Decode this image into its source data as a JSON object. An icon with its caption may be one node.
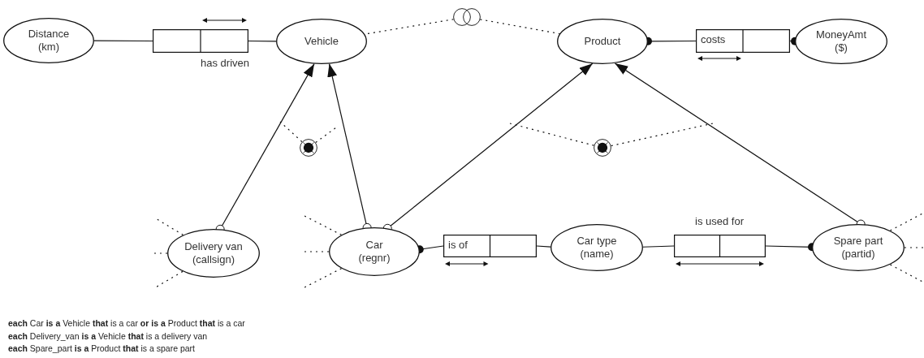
{
  "diagram": {
    "nodes": [
      {
        "text": [
          "Distance",
          "(km)"
        ]
      },
      {
        "text": [],
        "shape": "box",
        "beside": [
          "has driven"
        ]
      },
      {
        "text": [
          "Vehicle"
        ]
      },
      {
        "text": [
          "Product"
        ]
      },
      {
        "text": [
          "costs"
        ]
      },
      {
        "text": [
          "MoneyAmt",
          "($)"
        ]
      },
      {
        "text": [
          "Delivery van",
          "(callsign)"
        ]
      },
      {
        "text": [
          "Car",
          "(regnr)"
        ]
      },
      {
        "text": [
          "is of"
        ]
      },
      {
        "text": [
          "Car type",
          "(name)"
        ]
      },
      {
        "text": [],
        "shape": "box",
        "beside": [
          "is used for"
        ]
      },
      {
        "text": [
          "Spare part",
          "(partid)"
        ]
      },
      {
        "text": [],
        "shape": "circle"
      },
      {
        "text": [],
        "shape": "circle"
      },
      {
        "text": [],
        "shape": "circle"
      }
    ],
    "edges": [
      {
        "from": 0,
        "to": 1,
        "arrow": "none"
      },
      {
        "from": 1,
        "to": 2,
        "arrow": "none"
      },
      {
        "from": 12,
        "to": 2,
        "arrow": "none",
        "style": "dashed"
      },
      {
        "from": 12,
        "to": 3,
        "arrow": "none",
        "style": "dashed"
      },
      {
        "from": 4,
        "to": 3,
        "arrow": "other"
      },
      {
        "from": 4,
        "to": 5,
        "arrow": "other"
      },
      {
        "from": 6,
        "to": 2,
        "arrow": "to"
      },
      {
        "from": 7,
        "to": 2,
        "arrow": "to"
      },
      {
        "from": 7,
        "to": 3,
        "arrow": "to"
      },
      {
        "from": 11,
        "to": 3,
        "arrow": "to"
      },
      {
        "from": 13,
        "to": null,
        "arrow": "none",
        "style": "dashed"
      },
      {
        "from": 13,
        "to": null,
        "arrow": "none",
        "style": "dashed"
      },
      {
        "from": 14,
        "to": null,
        "arrow": "none",
        "style": "dashed"
      },
      {
        "from": 14,
        "to": null,
        "arrow": "none",
        "style": "dashed"
      },
      {
        "from": 8,
        "to": 7,
        "arrow": "other"
      },
      {
        "from": 8,
        "to": 9,
        "arrow": "none"
      },
      {
        "from": 10,
        "to": 9,
        "arrow": "none"
      },
      {
        "from": 10,
        "to": 11,
        "arrow": "other"
      },
      {
        "from": 6,
        "to": null,
        "arrow": "none",
        "style": "dashed"
      },
      {
        "from": 6,
        "to": null,
        "arrow": "none",
        "style": "dashed"
      },
      {
        "from": 6,
        "to": null,
        "arrow": "none",
        "style": "dashed"
      },
      {
        "from": 7,
        "to": null,
        "arrow": "none",
        "style": "dashed"
      },
      {
        "from": 7,
        "to": null,
        "arrow": "none",
        "style": "dashed"
      },
      {
        "from": 7,
        "to": null,
        "arrow": "none",
        "style": "dashed"
      },
      {
        "from": 11,
        "to": null,
        "arrow": "none",
        "style": "dashed"
      },
      {
        "from": 11,
        "to": null,
        "arrow": "none",
        "style": "dashed"
      },
      {
        "from": 11,
        "to": null,
        "arrow": "none",
        "style": "dashed"
      }
    ],
    "labels": [
      "**each** Car **is a** Vehicle **that** is a car **or is a** Product **that** is a car",
      "**each** Delivery_van **is a** Vehicle **that** is a delivery van",
      "**each** Spare_part **is a** Product **that** is a spare part"
    ]
  }
}
